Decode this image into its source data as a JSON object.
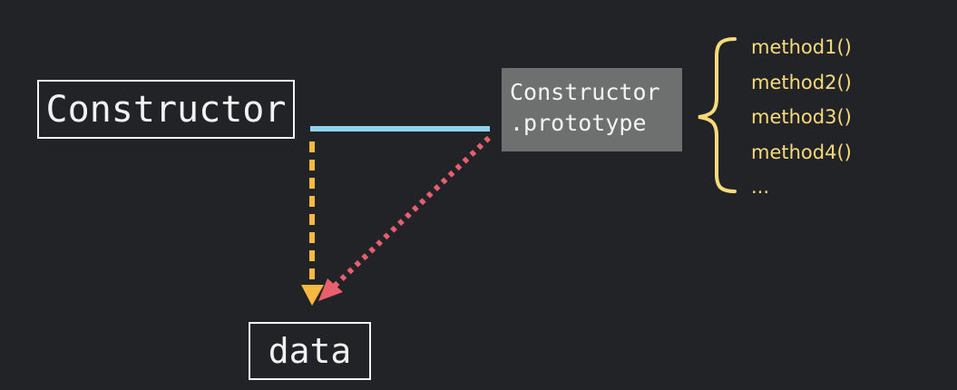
{
  "nodes": {
    "constructor": "Constructor",
    "prototype_line1": "Constructor",
    "prototype_line2": ".prototype",
    "data": "data"
  },
  "methods": [
    "method1()",
    "method2()",
    "method3()",
    "method4()",
    "..."
  ],
  "colors": {
    "background": "#222326",
    "prototype_link": "#8fd3f0",
    "constructor_to_data": "#f5b942",
    "prototype_to_data": "#e8606e",
    "methods": "#f7db7a",
    "prototype_box": "#6e706f"
  }
}
